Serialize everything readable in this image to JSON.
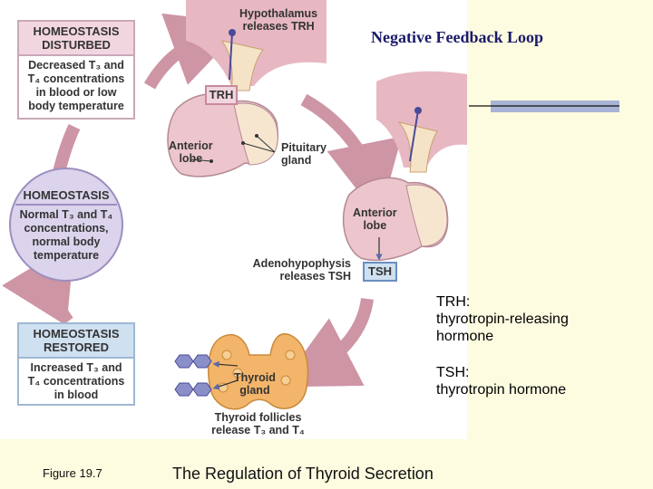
{
  "title": "Negative Feedback Loop",
  "boxes": {
    "disturbed": {
      "header_line1": "HOMEOSTASIS",
      "header_line2": "DISTURBED",
      "body": [
        "Decreased T₃ and",
        "T₄ concentrations",
        "in blood or low",
        "body temperature"
      ]
    },
    "normal": {
      "header": "HOMEOSTASIS",
      "body": [
        "Normal T₃ and T₄",
        "concentrations,",
        "normal body",
        "temperature"
      ]
    },
    "restored": {
      "header_line1": "HOMEOSTASIS",
      "header_line2": "RESTORED",
      "body": [
        "Increased T₃ and",
        "T₄ concentrations",
        "in blood"
      ]
    }
  },
  "labels": {
    "hypothalamus": [
      "Hypothalamus",
      "releases TRH"
    ],
    "trh_tag": "TRH",
    "anterior_lobe_left": [
      "Anterior",
      "lobe"
    ],
    "pituitary_gland": [
      "Pituitary",
      "gland"
    ],
    "anterior_lobe_right": [
      "Anterior",
      "lobe"
    ],
    "adenohypophysis": [
      "Adenohypophysis",
      "releases TSH"
    ],
    "tsh_tag": "TSH",
    "thyroid_gland": [
      "Thyroid",
      "gland"
    ],
    "thyroid_follicles": [
      "Thyroid follicles",
      "release T₃ and T₄"
    ]
  },
  "definitions": {
    "trh": [
      "TRH:",
      "thyrotropin-releasing",
      "hormone"
    ],
    "tsh": [
      "TSH:",
      "thyrotropin hormone"
    ]
  },
  "footer": {
    "figure": "Figure 19.7",
    "caption": "The Regulation of Thyroid Secretion"
  },
  "colors": {
    "background": "#fdfce0",
    "arrow": "#c98a9c",
    "arrow_blue": "#5a6aa8",
    "gland": "#ecc6cc",
    "thyroid": "#f2b56a"
  }
}
